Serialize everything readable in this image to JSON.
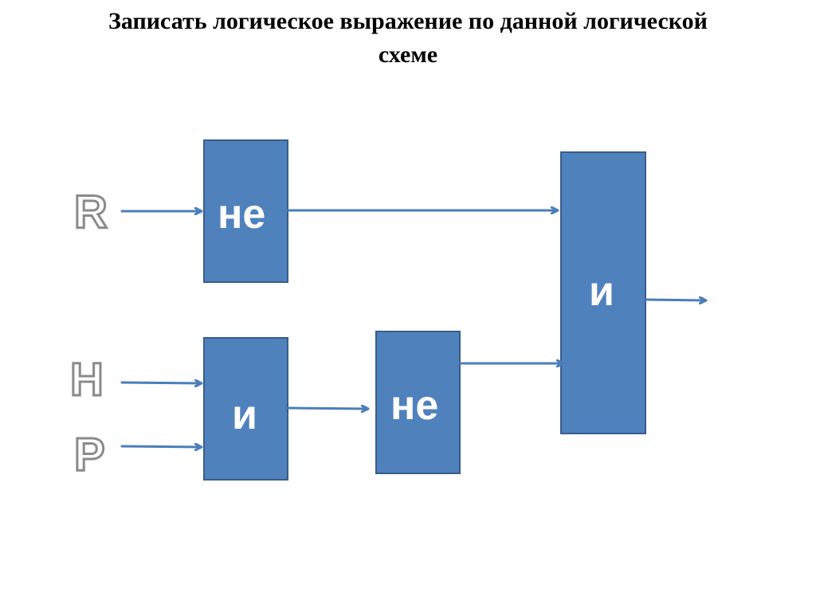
{
  "title": {
    "line1": "Записать логическое выражение по данной логической",
    "line2": "схеме"
  },
  "inputs": {
    "r": "R",
    "h": "H",
    "p": "P"
  },
  "gates": {
    "not_top": "не",
    "and_bottom": "и",
    "not_middle": "не",
    "and_final": "и"
  },
  "colors": {
    "gate_fill": "#4f81bd",
    "gate_border": "#385d8a",
    "wire": "#4a7ebb"
  }
}
